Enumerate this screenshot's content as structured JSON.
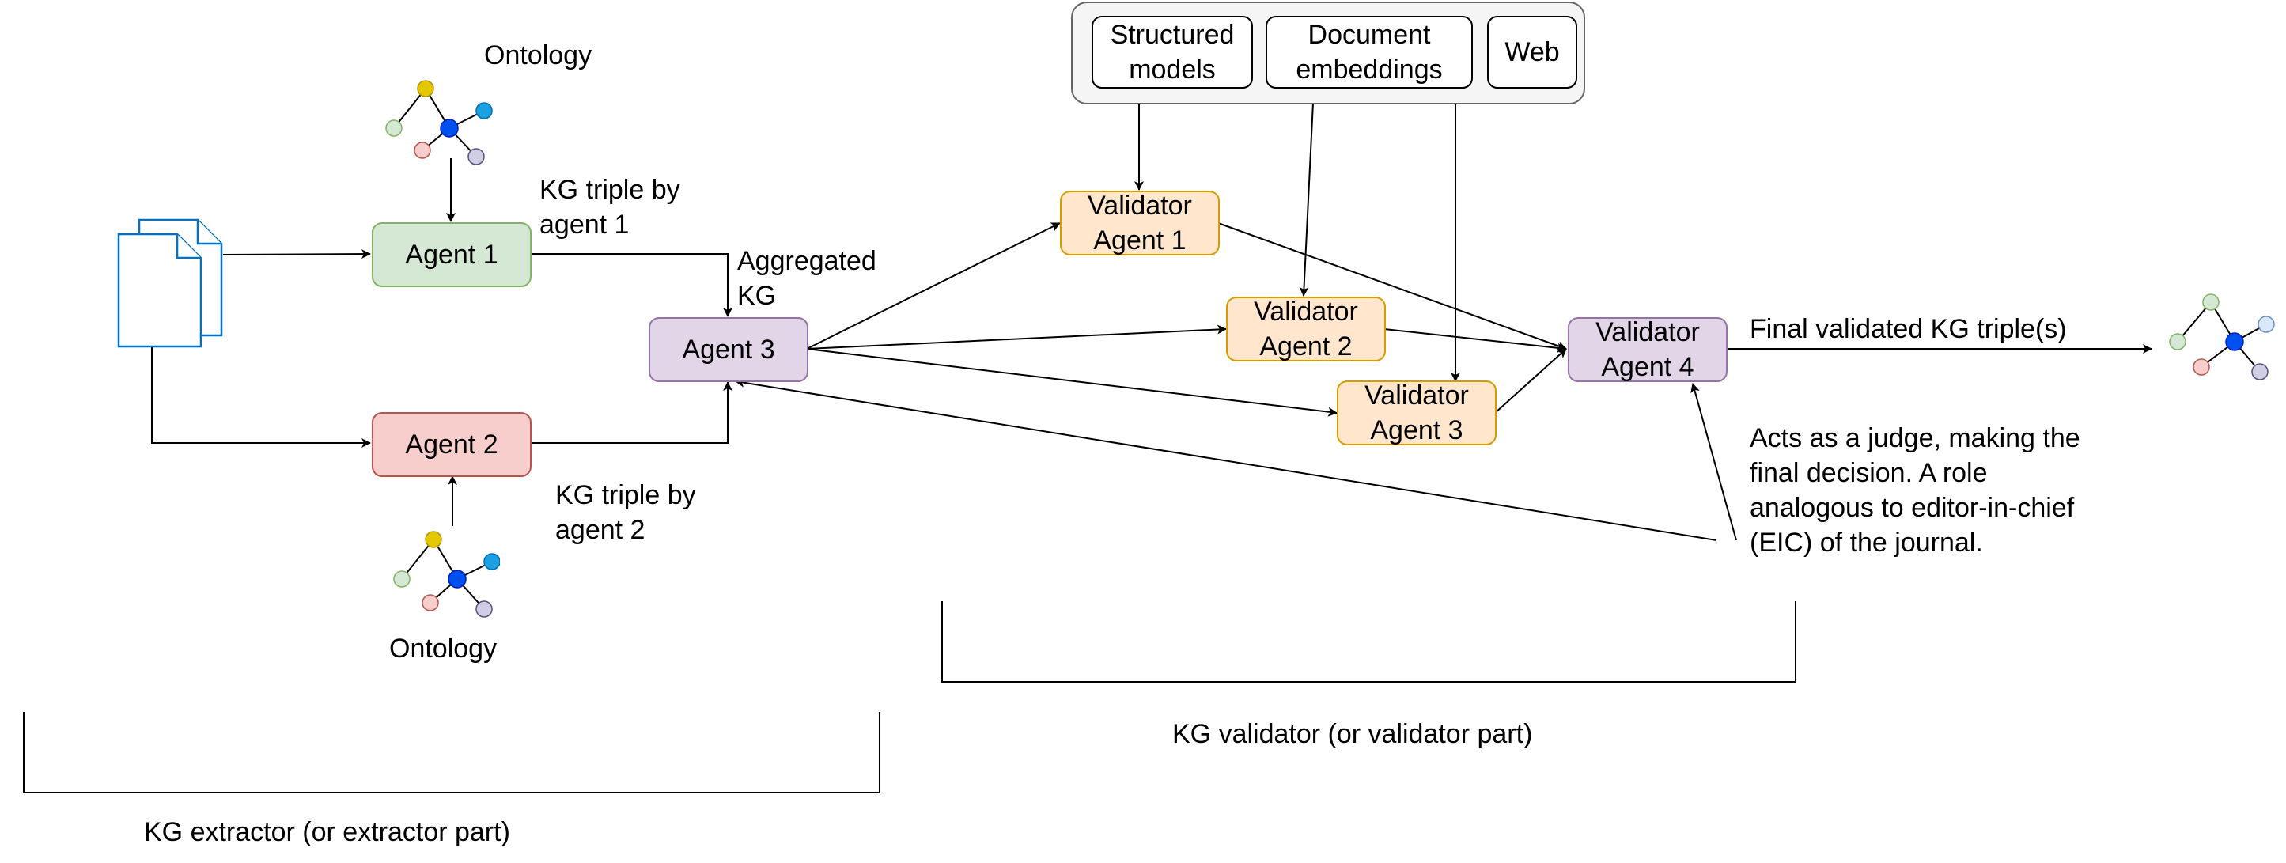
{
  "colors": {
    "extractor_agent_1": "#d5e8d4",
    "extractor_agent_2": "#f8cecc",
    "aggregator": "#e1d5e7",
    "validator": "#ffe6cc",
    "judge": "#e1d5e7",
    "document_icon": "#0071c5",
    "graph_center_node": "#0050ef",
    "graph_yellow_node": "#e3c800",
    "graph_cyan_node": "#1ba1e2"
  },
  "sources": {
    "structured_models": "Structured\nmodels",
    "document_embeddings": "Document\nembeddings",
    "web": "Web"
  },
  "agents": {
    "agent1": "Agent 1",
    "agent2": "Agent 2",
    "agent3": "Agent 3",
    "validator1": "Validator\nAgent 1",
    "validator2": "Validator\nAgent 2",
    "validator3": "Validator\nAgent 3",
    "validator4": "Validator\nAgent 4"
  },
  "labels": {
    "ontology_top": "Ontology",
    "ontology_bottom": "Ontology",
    "triple_agent1": "KG triple by\nagent 1",
    "triple_agent2": "KG triple by\nagent 2",
    "aggregated_kg": "Aggregated\nKG",
    "final_output": "Final validated KG triple(s)",
    "judge_note": "Acts as a judge, making the\nfinal decision. A role\nanalogous to editor-in-chief\n(EIC) of the journal."
  },
  "sections": {
    "extractor": "KG extractor (or extractor part)",
    "validator": "KG validator (or validator part)"
  },
  "icons": {
    "input_documents": "document-stack-icon",
    "ontology": "ontology-graph-icon",
    "output_graph": "knowledge-graph-icon"
  }
}
